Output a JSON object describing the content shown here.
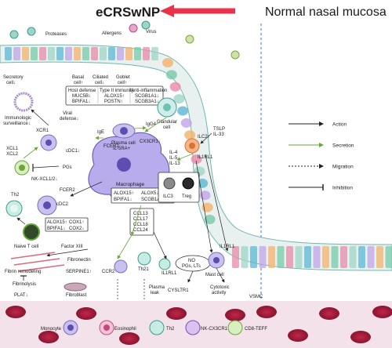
{
  "titles": {
    "left": "eCRSwNP",
    "right": "Normal nasal mucosa"
  },
  "legend": [
    {
      "label": "Action",
      "style": "arrow",
      "color": "#222222"
    },
    {
      "label": "Secretion",
      "style": "arrow",
      "color": "#6aa53a"
    },
    {
      "label": "Migration",
      "style": "dotted",
      "color": "#222222"
    },
    {
      "label": "Inhibition",
      "style": "bar",
      "color": "#222222"
    }
  ],
  "top_labels": {
    "proteases": "Proteases",
    "allergens": "Allergens",
    "virus": "Virus",
    "secretory_cell_1": "Secretory",
    "secretory_cell_2": "cell↓",
    "basal_cell_1": "Basal",
    "basal_cell_2": "cell↑",
    "ciliated_cell_1": "Ciliated",
    "ciliated_cell_2": "cell↓",
    "goblet_cell_1": "Goblet",
    "goblet_cell_2": "cell↑",
    "glandular_cell_1": "Glandular",
    "glandular_cell_2": "cell"
  },
  "epithelial_box": {
    "col1": [
      "Host defense",
      "MUC5B↓",
      "BPIFA1↓"
    ],
    "col2": [
      "Type II immunity",
      "ALOX15↑",
      "POSTN↑"
    ],
    "col3": [
      "Anti-inflammation",
      "SCGB1A1↓",
      "SCGB3A1↓"
    ]
  },
  "labels": {
    "immunologic_1": "Immunologic",
    "immunologic_2": "surveillance↓",
    "viral_1": "Viral",
    "viral_2": "defense↓",
    "xcr1": "XCR1",
    "xcl1": "XCL1",
    "xcl2": "XCL2",
    "cdc1": "cDC1↓",
    "pgs": "PGs",
    "nk_xcl": "NK-XCL1/2↓",
    "th2_left": "Th2",
    "fcer2_left": "FCER2",
    "cdc2": "cDC2",
    "naive_t": "Naive T cell",
    "ige": "IgE",
    "plasma_1": "Plasma cell",
    "plasma_2": "IL-5RA+",
    "igg4": "IgG4",
    "cx3cr1": "CX3CR1↓",
    "fcer2_mid": "FCER2",
    "macrophage": "Macrophage",
    "il_4": "IL-4",
    "il_5": "IL-5",
    "il_13": "IL-13",
    "ilc2": "ILC2↑",
    "il1rl1_top": "IL1RL1",
    "tslp": "TSLP",
    "il33": "IL-33",
    "ilc3": "ILC3",
    "treg": "Treg",
    "factor_xiii": "Factor XIII",
    "fibrin": "Fibrin remodeling",
    "fibronectin": "Fibronectin",
    "serpine1": "SERPINE1↑",
    "fibrinolysis": "Fibrinolysis",
    "fibroblast": "Fibroblast",
    "plat": "PLAT↓",
    "ccr2": "CCR2↑",
    "th21": "Th21",
    "il1rl1_mid": "IL1RL1",
    "no_pgs": "NO",
    "no_pgs_2": "PGs, LTs",
    "il1rl1_right": "IL1RL1",
    "mast": "Mast cell",
    "cytotoxic_1": "Cytotoxic",
    "cytotoxic_2": "activity",
    "plasma_leak_1": "Plasma",
    "plasma_leak_2": "leak",
    "cysltr1": "CYSLTR1",
    "vsmc": "VSMC",
    "monocyte": "Monocyte",
    "eosinophil": "Eosinophil",
    "th2_bottom": "Th2",
    "nk_cx3cr1": "NK-CX3CR1",
    "cd8": "CD8-TEFF"
  },
  "dc_box": [
    [
      "ALOX15↑",
      "COX1↑"
    ],
    [
      "BPIFA1↓",
      "COX2↓"
    ]
  ],
  "mac_box": [
    [
      "ALOX15↑",
      "ALOX5↓"
    ],
    [
      "BPIFA1↓",
      "SCGB1A1↓"
    ]
  ],
  "chemokine_box": [
    "CCL13",
    "CCL17",
    "CCL18",
    "CCL24"
  ]
}
